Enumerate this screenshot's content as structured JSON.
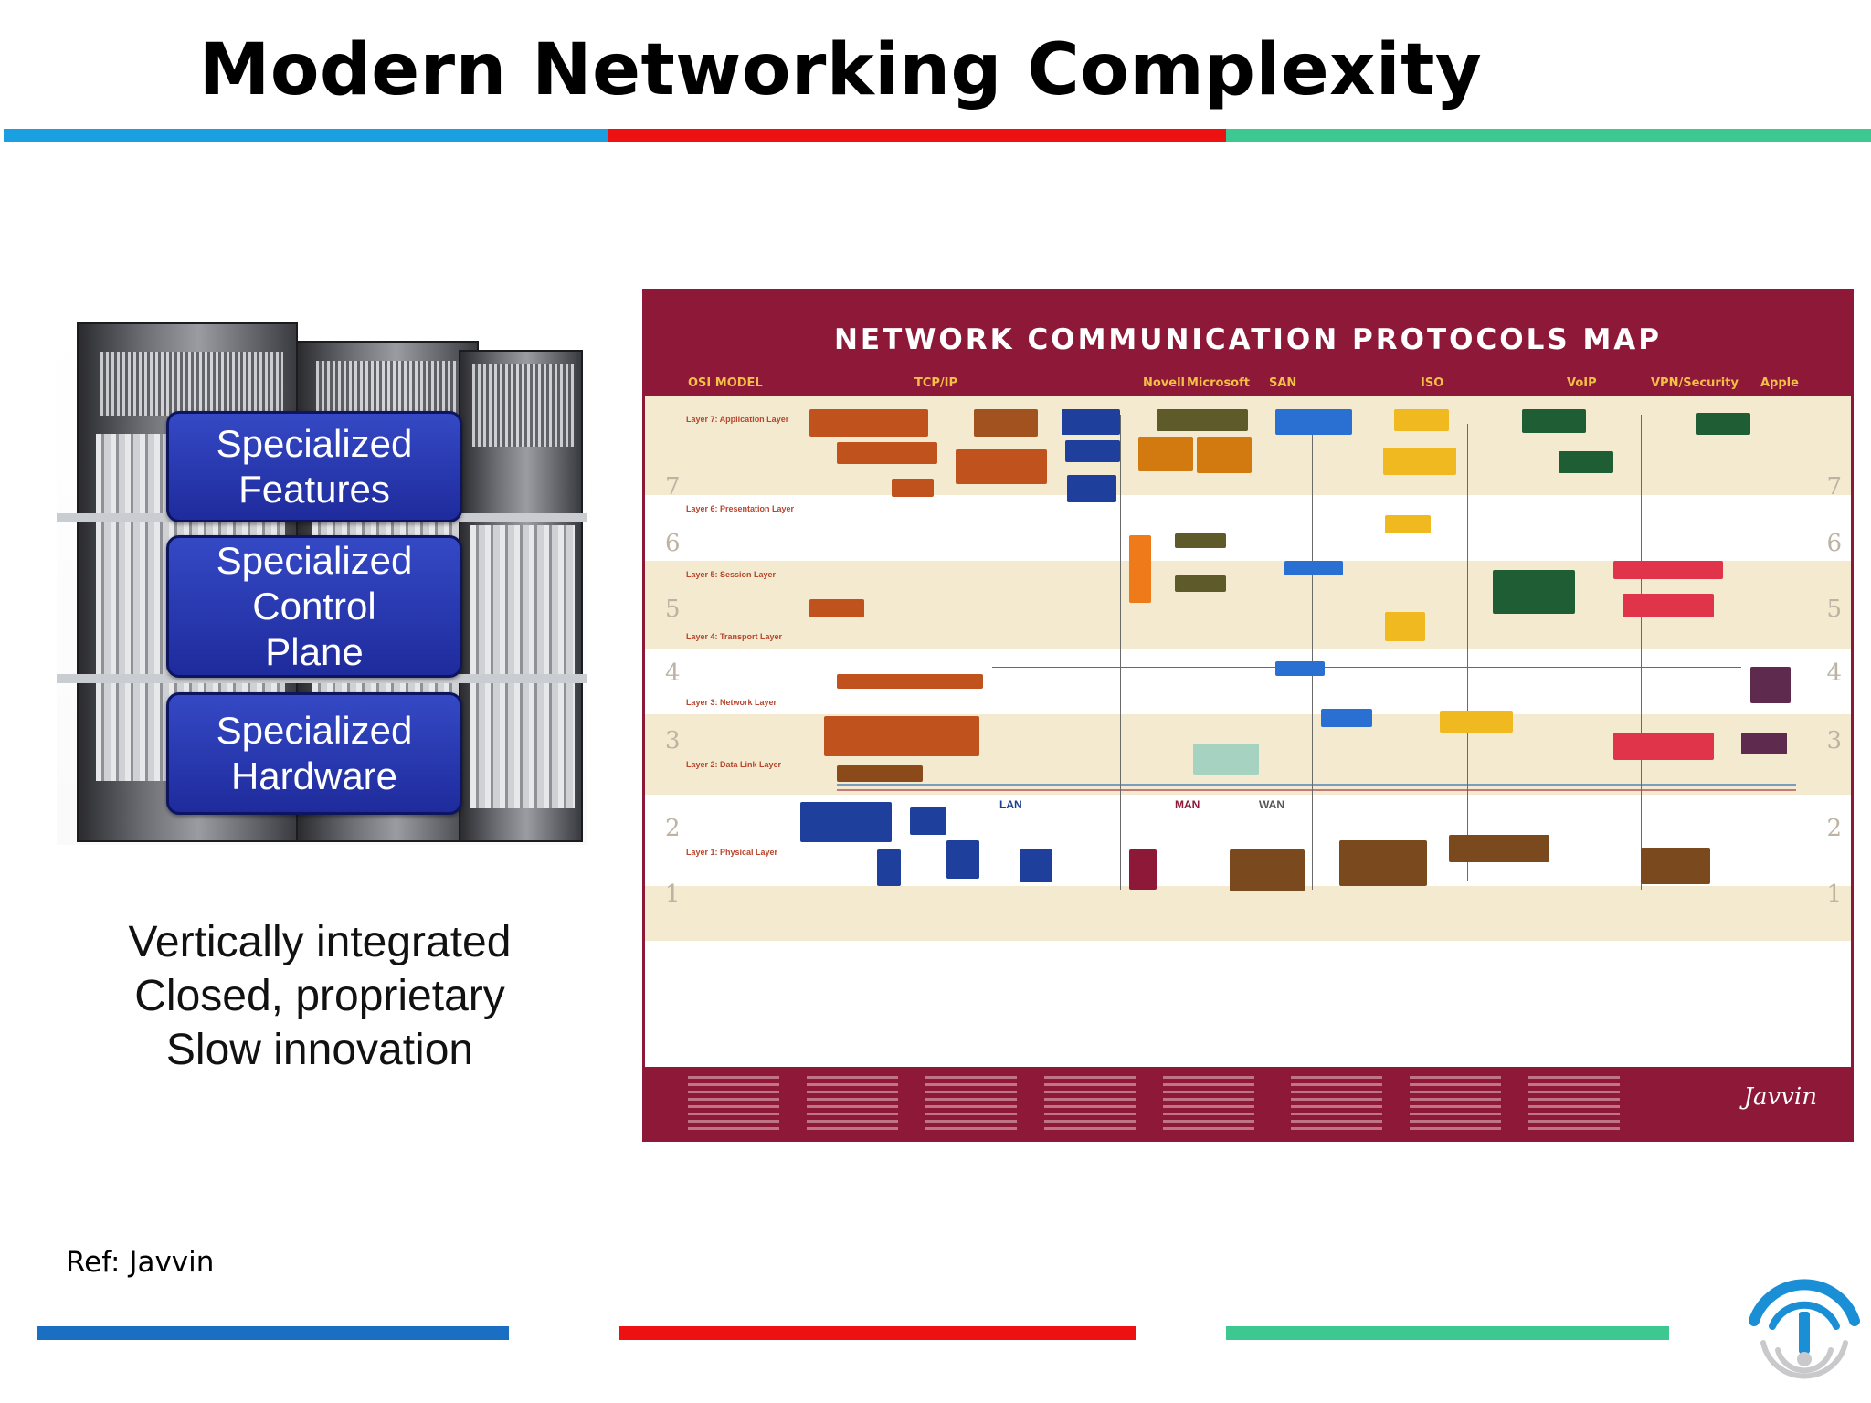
{
  "slide": {
    "title": "Modern Networking Complexity",
    "colors": {
      "blue": "#1a9fe0",
      "red": "#ee1111",
      "green": "#3ec891",
      "box_blue": "#2a3bb2",
      "poster_red": "#8e1838"
    }
  },
  "router_stack": {
    "boxes": [
      {
        "label": "Specialized\nFeatures"
      },
      {
        "label": "Specialized\nControl\nPlane"
      },
      {
        "label": "Specialized\nHardware"
      }
    ]
  },
  "traits": [
    "Vertically integrated",
    "Closed, proprietary",
    "Slow innovation"
  ],
  "reference": "Ref: Javvin",
  "poster": {
    "title": "NETWORK COMMUNICATION PROTOCOLS MAP",
    "headers": [
      "OSI MODEL",
      "TCP/IP",
      "Novell",
      "Microsoft",
      "SAN",
      "ISO",
      "VoIP",
      "VPN/Security",
      "Apple"
    ],
    "layer_numbers": [
      "7",
      "6",
      "5",
      "4",
      "3",
      "2",
      "1"
    ],
    "layer_names": [
      "Layer 7: Application Layer",
      "Layer 6: Presentation Layer",
      "Layer 5: Session Layer",
      "Layer 4: Transport Layer",
      "Layer 3: Network Layer",
      "Layer 2: Data Link Layer",
      "Layer 1: Physical Layer"
    ],
    "map_labels": [
      "LAN",
      "MAN",
      "WAN"
    ],
    "signature": "Javvin"
  }
}
